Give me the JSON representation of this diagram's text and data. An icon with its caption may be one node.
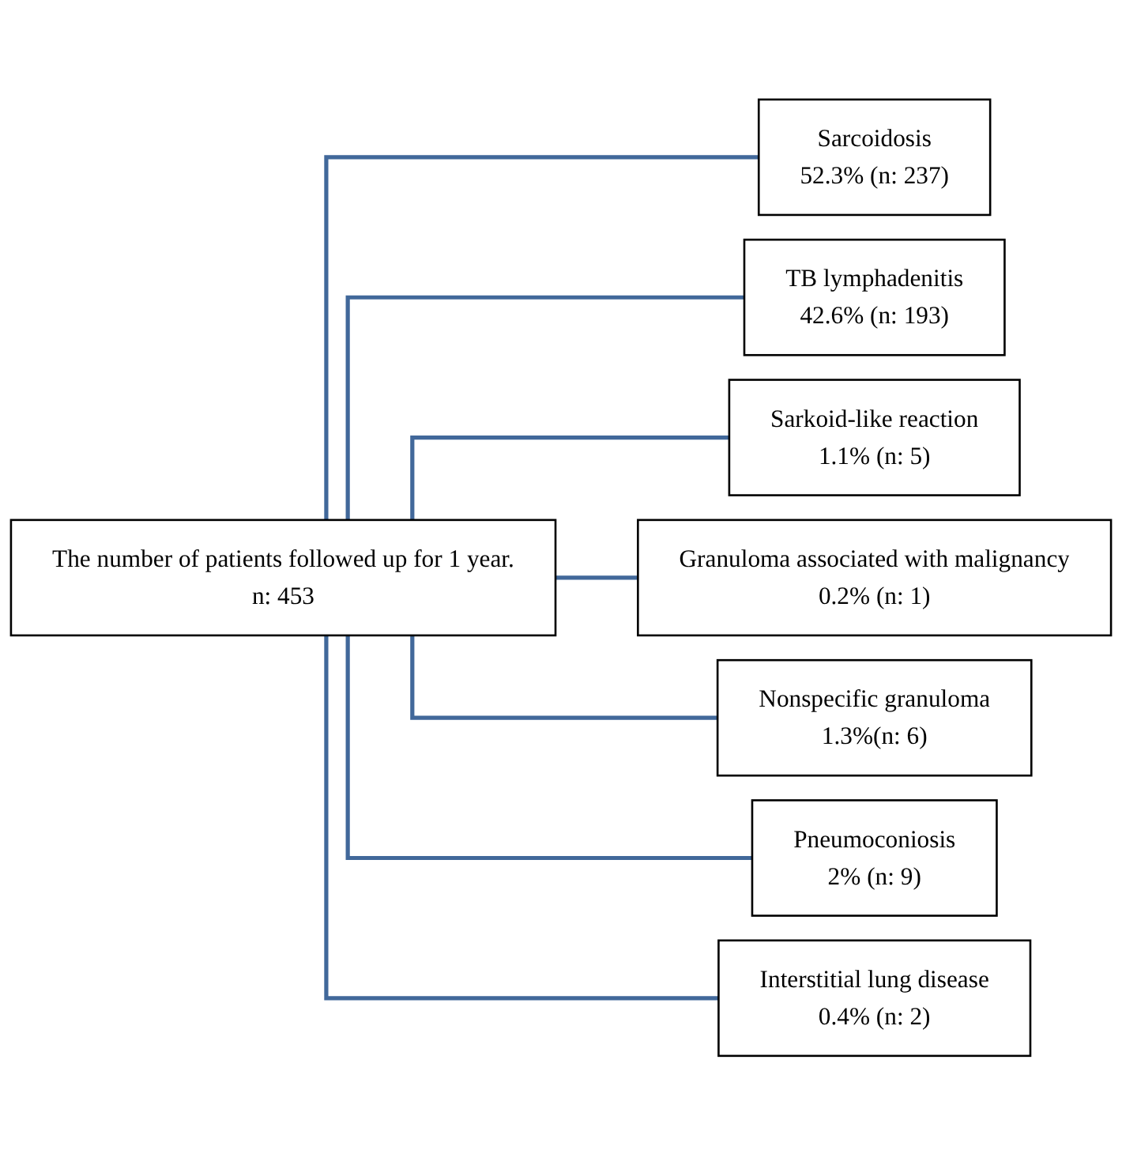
{
  "diagram": {
    "nodes": [
      {
        "text": [
          "The number of patients followed up for 1 year.",
          "n: 453"
        ]
      },
      {
        "text": [
          "Sarcoidosis",
          "52.3% (n: 237)"
        ]
      },
      {
        "text": [
          "TB lymphadenitis",
          "42.6% (n: 193)"
        ]
      },
      {
        "text": [
          "Sarkoid-like reaction",
          "1.1% (n: 5)"
        ]
      },
      {
        "text": [
          "Granuloma associated with malignancy",
          "0.2% (n: 1)"
        ]
      },
      {
        "text": [
          "Nonspecific granuloma",
          "1.3%(n: 6)"
        ]
      },
      {
        "text": [
          "Pneumoconiosis",
          "2% (n: 9)"
        ]
      },
      {
        "text": [
          "Interstitial lung disease",
          "0.4% (n: 2)"
        ]
      }
    ],
    "edges": [
      {
        "from": 0,
        "to": 1,
        "arrow": "none"
      },
      {
        "from": 0,
        "to": 2,
        "arrow": "none"
      },
      {
        "from": 0,
        "to": 3,
        "arrow": "none"
      },
      {
        "from": 0,
        "to": 4,
        "arrow": "none"
      },
      {
        "from": 0,
        "to": 5,
        "arrow": "none"
      },
      {
        "from": 0,
        "to": 6,
        "arrow": "none"
      },
      {
        "from": 0,
        "to": 7,
        "arrow": "none"
      }
    ]
  }
}
